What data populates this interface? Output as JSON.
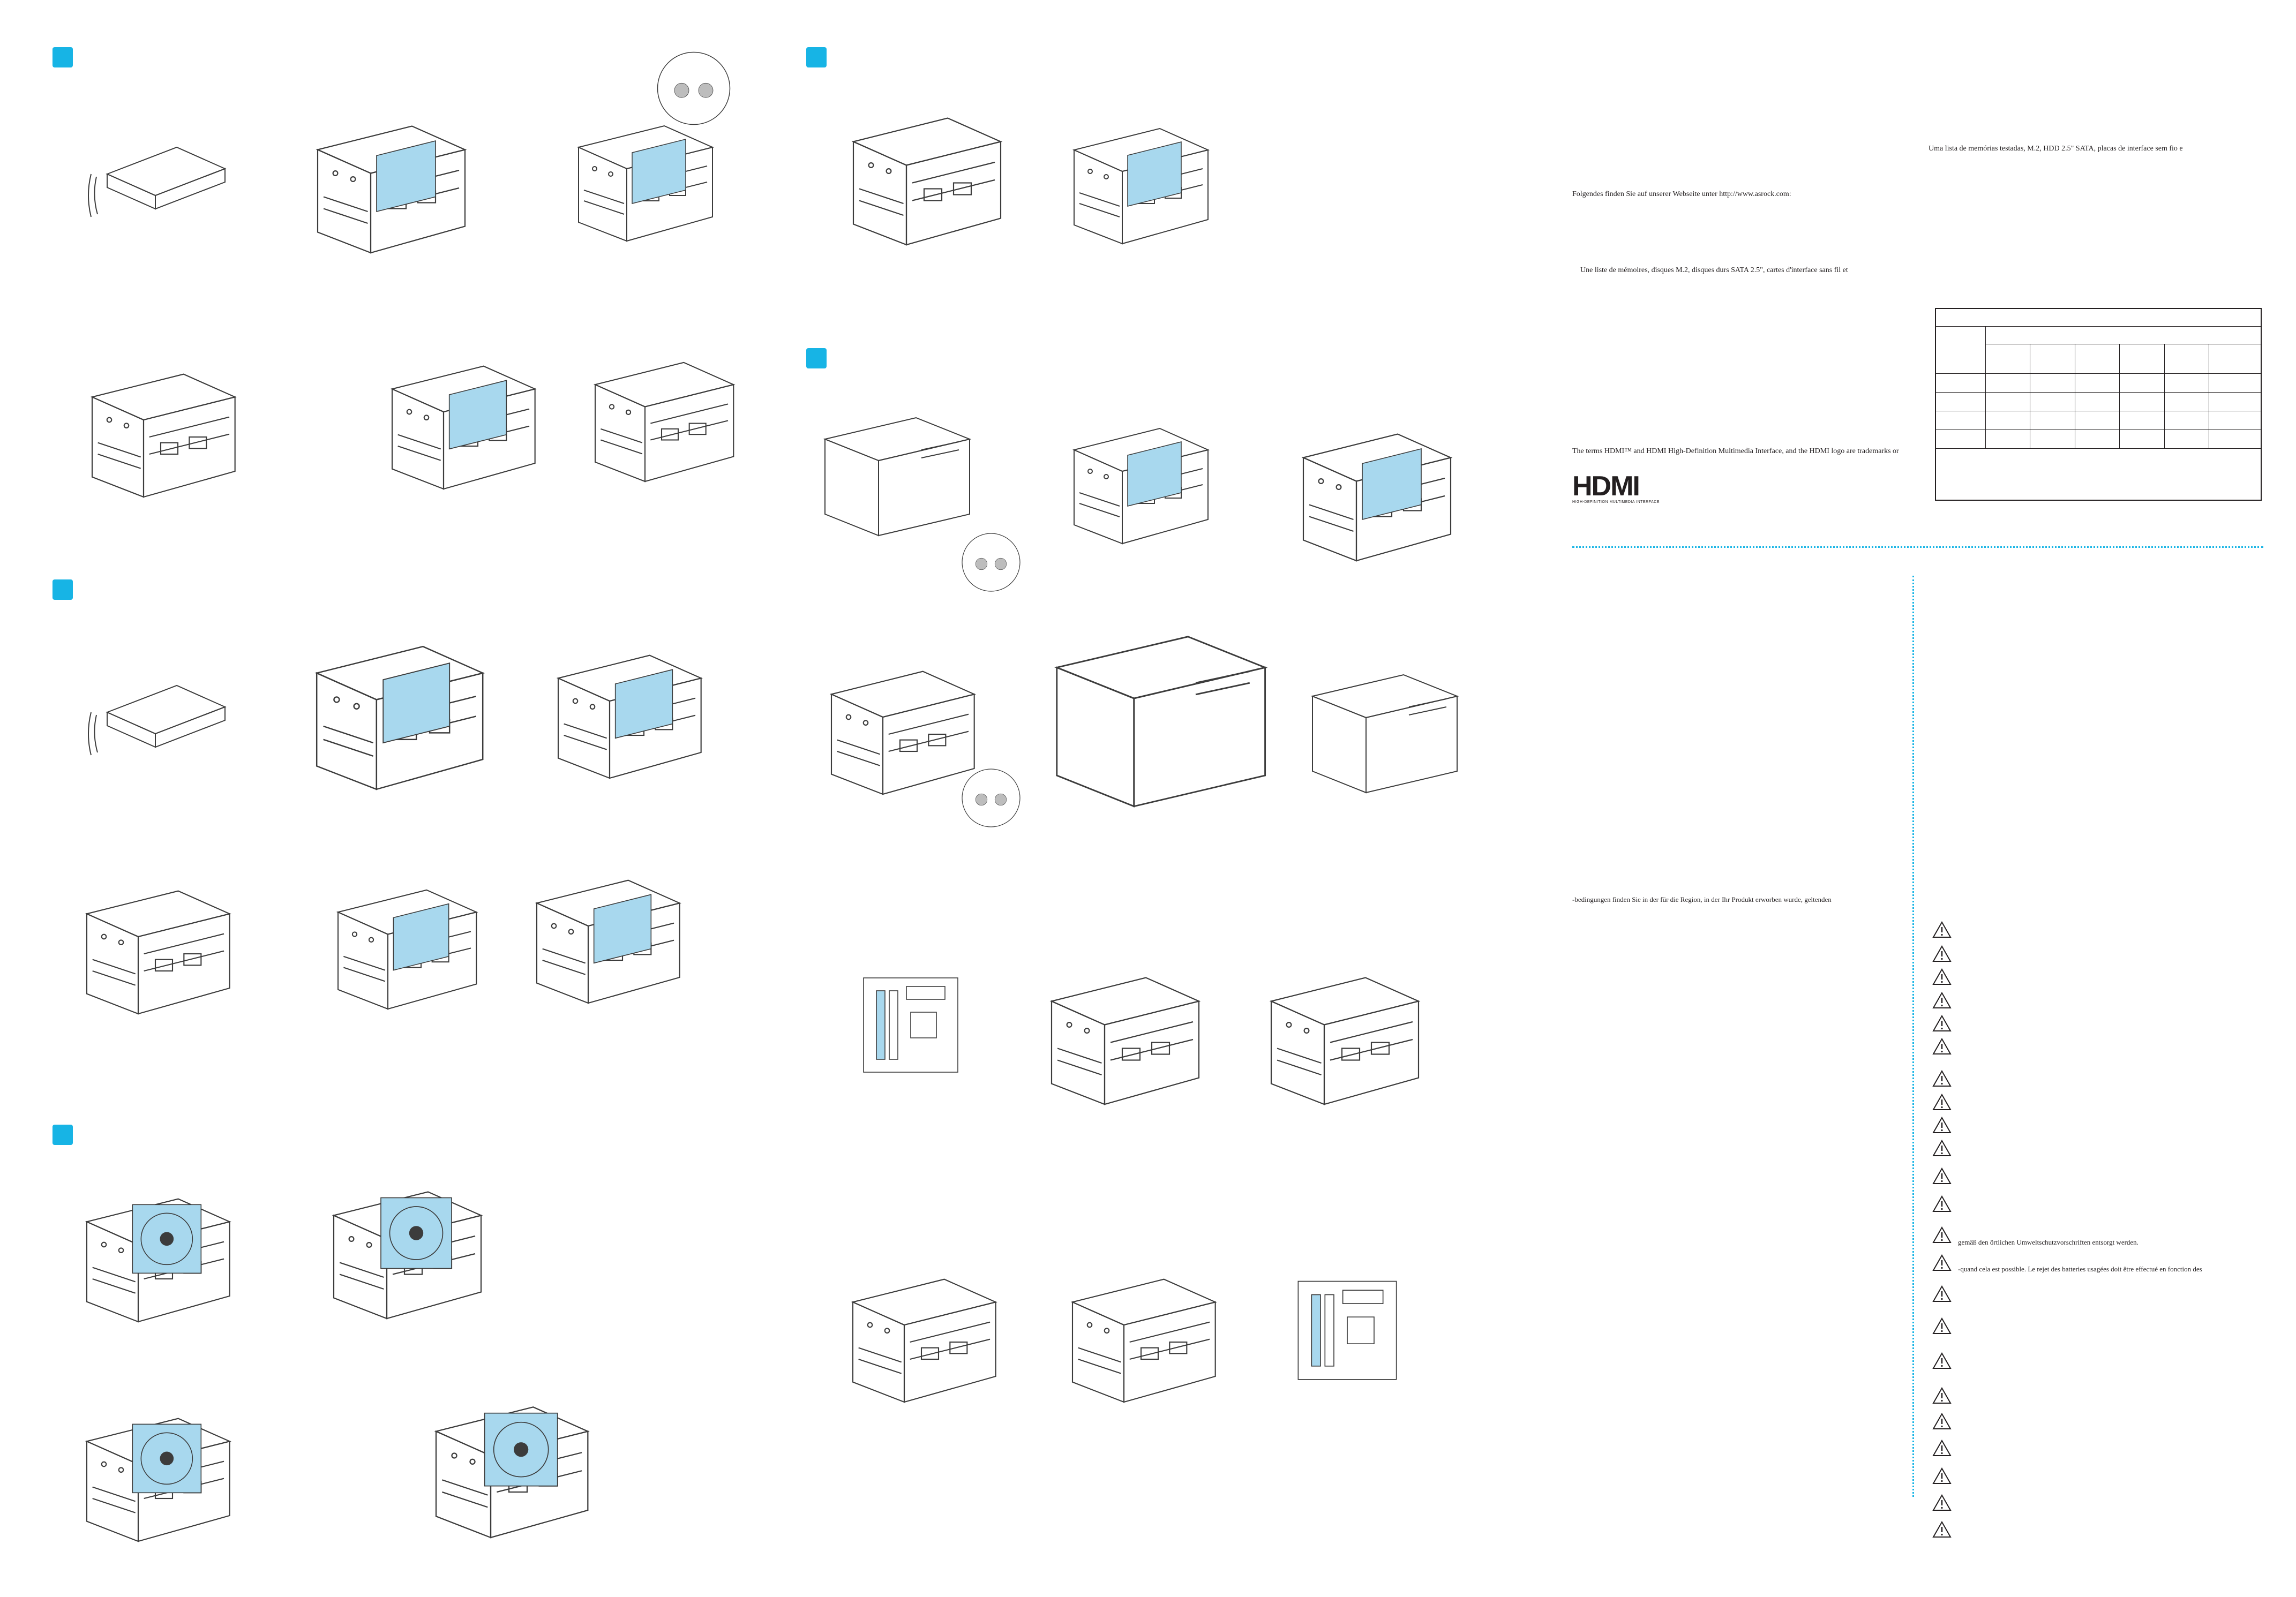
{
  "colors": {
    "accent": "#17b4e5",
    "highlight": "#a8d8ee",
    "line": "#3c3c3c"
  },
  "texts": {
    "pt_list": "Uma lista de memórias testadas, M.2, HDD 2.5\" SATA, placas de interface sem fio e",
    "de_list": "Folgendes finden Sie auf unserer Webseite unter http://www.asrock.com:",
    "fr_list": "Une liste de mémoires, disques M.2, disques durs SATA 2.5\", cartes d'interface sans fil et",
    "hdmi_trademark": "The terms HDMI™ and HDMI High-Definition Multimedia Interface, and the HDMI logo are trademarks or",
    "de_warranty": "-bedingungen finden Sie in der für die Region, in der Ihr Produkt erworben wurde, geltenden",
    "de_disposal": "gemäß den örtlichen Umweltschutzvorschriften entsorgt werden.",
    "fr_disposal": "-quand cela est possible. Le rejet des batteries usagées doit être effectué en fonction des"
  },
  "hdmi_logo": {
    "mark": "HDMI",
    "tagline": "HIGH-DEFINITION MULTIMEDIA INTERFACE"
  },
  "warnings": {
    "count": 23
  }
}
